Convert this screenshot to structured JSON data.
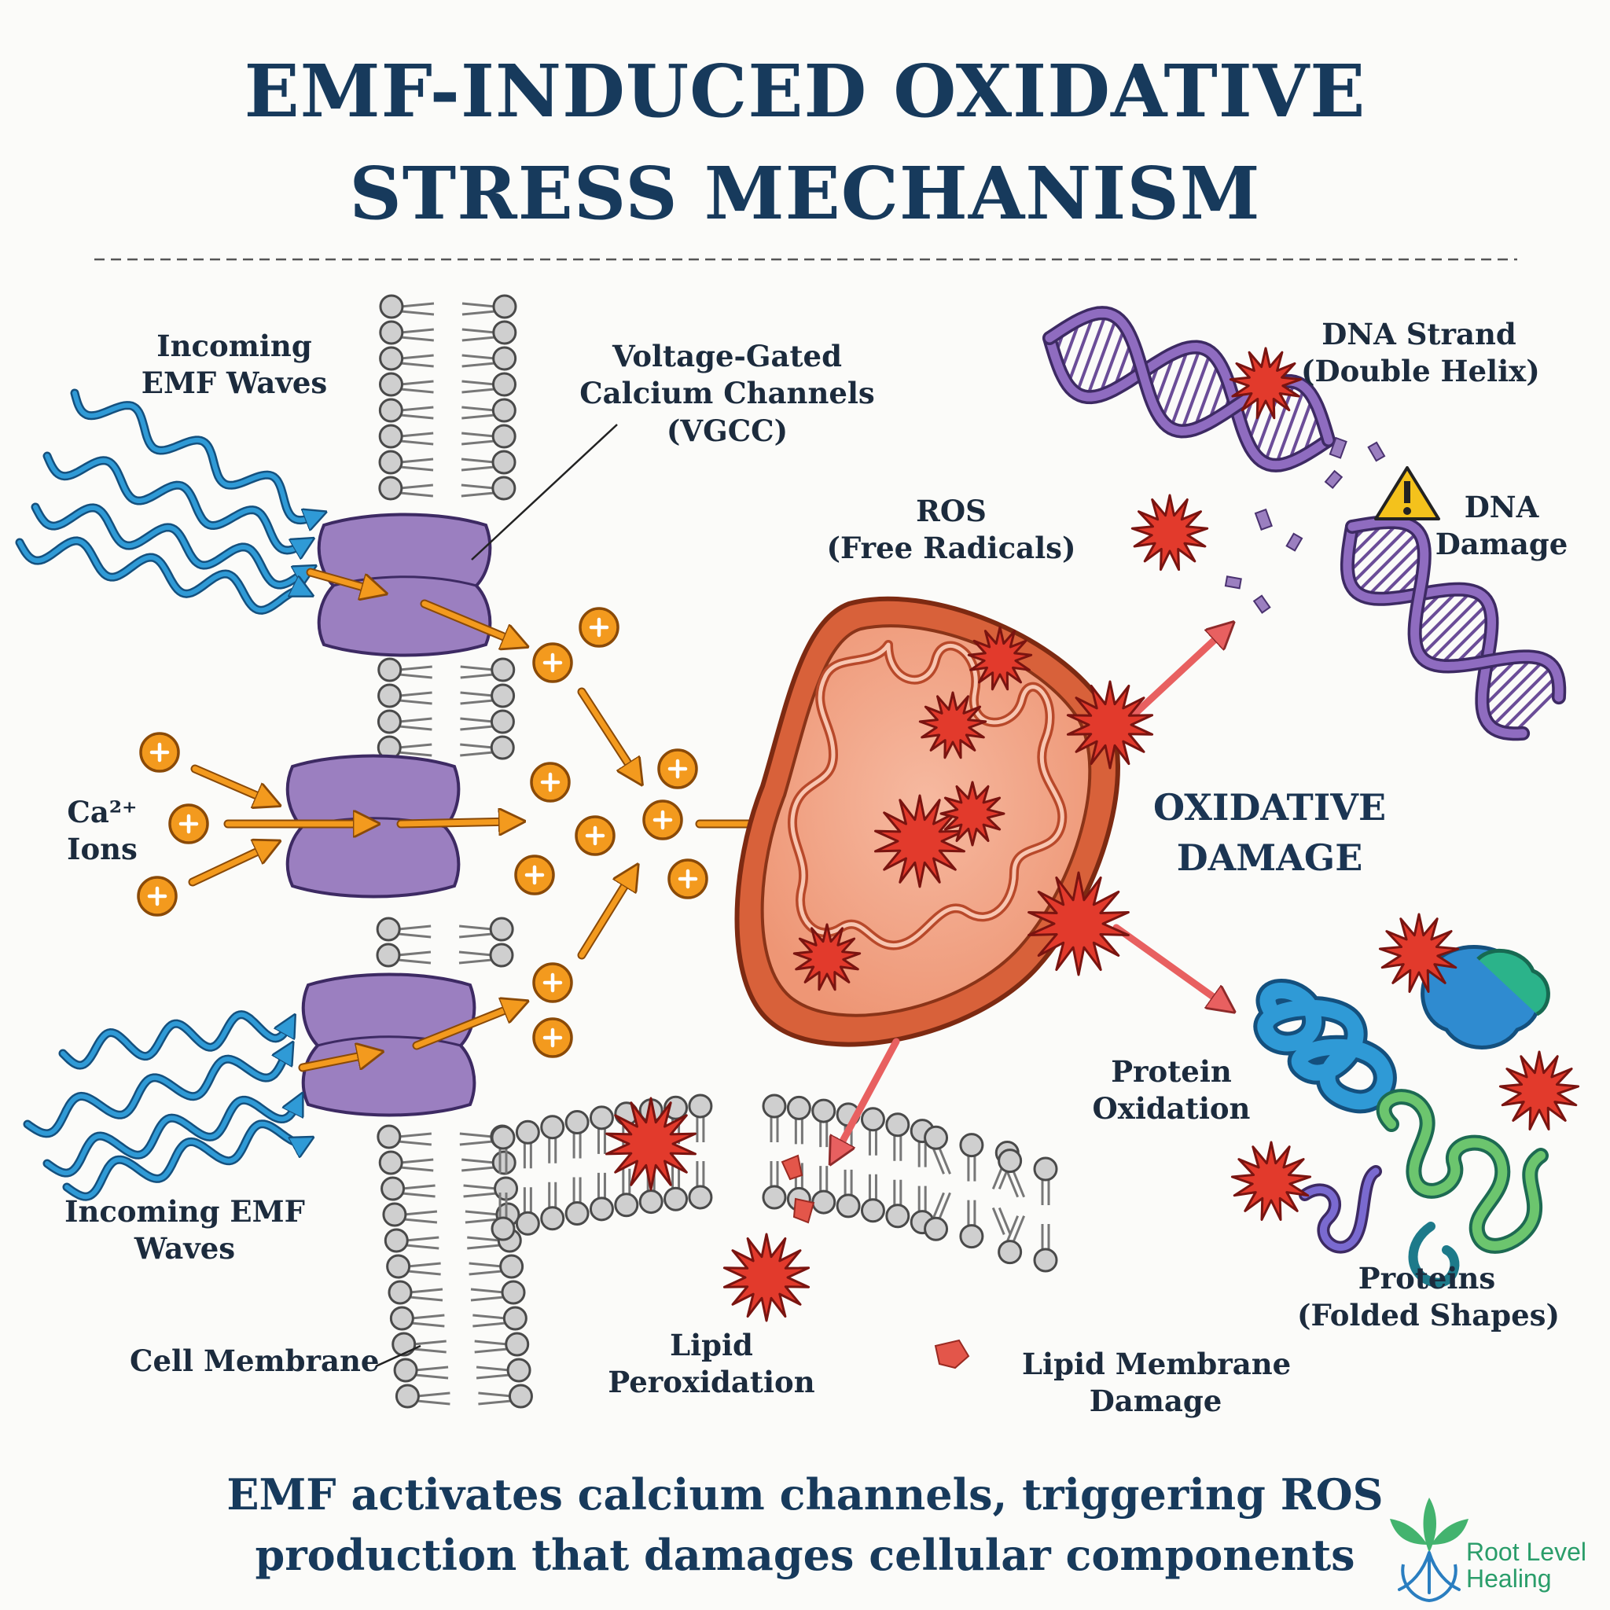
{
  "title": {
    "line1": "EMF-INDUCED OXIDATIVE",
    "line2": "STRESS MECHANISM"
  },
  "labels": {
    "incoming_emf_top_1": "Incoming",
    "incoming_emf_top_2": "EMF Waves",
    "vgcc_1": "Voltage-Gated",
    "vgcc_2": "Calcium Channels",
    "vgcc_3": "(VGCC)",
    "ca_1": "Ca²⁺",
    "ca_2": "Ions",
    "incoming_emf_bottom_1": "Incoming EMF",
    "incoming_emf_bottom_2": "Waves",
    "cell_membrane": "Cell Membrane",
    "ros_1": "ROS",
    "ros_2": "(Free Radicals)",
    "dna_strand_1": "DNA Strand",
    "dna_strand_2": "(Double Helix)",
    "dna_damage_1": "DNA",
    "dna_damage_2": "Damage",
    "oxidative_damage_1": "OXIDATIVE",
    "oxidative_damage_2": "DAMAGE",
    "protein_oxidation_1": "Protein",
    "protein_oxidation_2": "Oxidation",
    "proteins_1": "Proteins",
    "proteins_2": "(Folded Shapes)",
    "lipid_peroxidation_1": "Lipid",
    "lipid_peroxidation_2": "Peroxidation",
    "lipid_membrane_damage_1": "Lipid Membrane",
    "lipid_membrane_damage_2": "Damage"
  },
  "caption": {
    "line1": "EMF activates calcium channels, triggering ROS",
    "line2": "production that damages cellular components"
  },
  "brand": {
    "line1": "Root Level",
    "line2": "Healing"
  },
  "colors": {
    "title": "#173a5c",
    "emf_wave": "#2f9ad6",
    "channel": "#9b7fc0",
    "calcium": "#f39a1e",
    "mitochondrion": "#d8613a",
    "ros": "#e23a2c",
    "dna": "#8f6cc0",
    "brand": "#2a9d6a"
  }
}
